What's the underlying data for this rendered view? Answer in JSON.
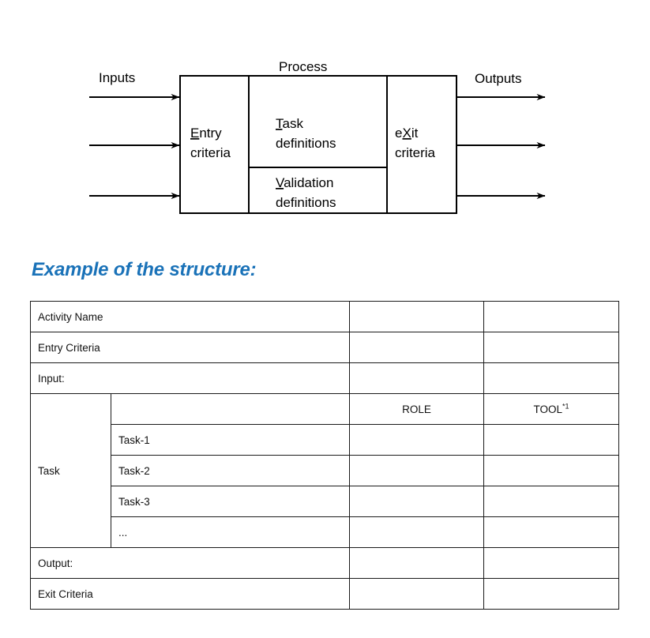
{
  "diagram": {
    "title_label": "Process",
    "inputs_label": "Inputs",
    "outputs_label": "Outputs",
    "entry_line1": "Entry",
    "entry_line2": "criteria",
    "task_line1": "Task",
    "task_line2": "definitions",
    "validation_line1": "Validation",
    "validation_line2": "definitions",
    "exit_line1": "eXit",
    "exit_line2": "criteria",
    "input_arrow_count": 3,
    "output_arrow_count": 3,
    "stroke_color": "#000000"
  },
  "heading": {
    "text": "Example of the structure:",
    "color": "#1a72b8"
  },
  "table": {
    "headers": {
      "role": "ROLE",
      "tool": "TOOL",
      "tool_superscript": "*1"
    },
    "rows": [
      {
        "label": "Activity Name",
        "sub": "",
        "role": "",
        "tool": ""
      },
      {
        "label": "Entry Criteria",
        "sub": "",
        "role": "",
        "tool": ""
      },
      {
        "label": "Input:",
        "sub": "",
        "role": "",
        "tool": ""
      },
      {
        "label": "Task",
        "sub": "",
        "role": "ROLE",
        "tool": "TOOL*1"
      },
      {
        "label": "",
        "sub": "Task-1",
        "role": "",
        "tool": ""
      },
      {
        "label": "",
        "sub": "Task-2",
        "role": "",
        "tool": ""
      },
      {
        "label": "",
        "sub": "Task-3",
        "role": "",
        "tool": ""
      },
      {
        "label": "",
        "sub": "...",
        "role": "",
        "tool": ""
      },
      {
        "label": "Output:",
        "sub": "",
        "role": "",
        "tool": ""
      },
      {
        "label": "Exit Criteria",
        "sub": "",
        "role": "",
        "tool": ""
      }
    ],
    "row_labels": {
      "activity_name": "Activity Name",
      "entry_criteria": "Entry Criteria",
      "input": "Input:",
      "task": "Task",
      "task_1": "Task-1",
      "task_2": "Task-2",
      "task_3": "Task-3",
      "task_ellipsis": "...",
      "output": "Output:",
      "exit_criteria": "Exit Criteria"
    },
    "shaded_color": "#f2f2f2",
    "border_color": "#1a1a1a"
  }
}
